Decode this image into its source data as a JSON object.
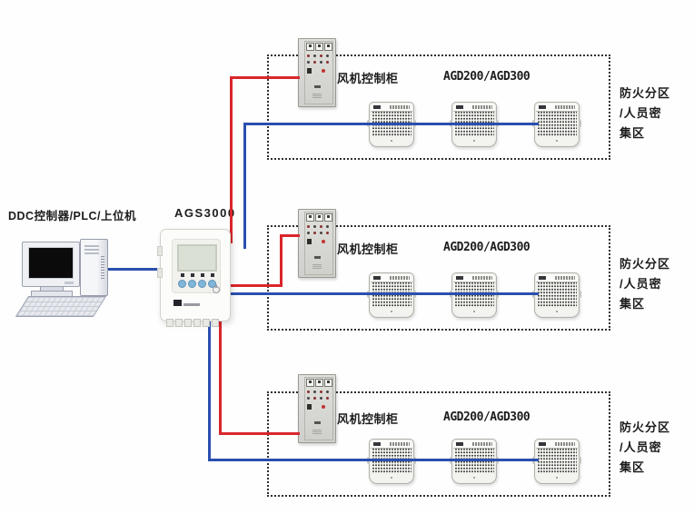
{
  "upstream": {
    "computer_label": "DDC控制器/PLC/上位机",
    "controller_label": "AGS3000"
  },
  "zones": [
    {
      "cabinet_label": "风机控制柜",
      "detectors_label": "AGD200/AGD300",
      "zone_lines": [
        "防火分区",
        "/人员密",
        "集区"
      ],
      "zone_full": "防火分区/人员密集区",
      "detector_count": 3
    },
    {
      "cabinet_label": "风机控制柜",
      "detectors_label": "AGD200/AGD300",
      "zone_lines": [
        "防火分区",
        "/人员密",
        "集区"
      ],
      "zone_full": "防火分区/人员密集区",
      "detector_count": 3
    },
    {
      "cabinet_label": "风机控制柜",
      "detectors_label": "AGD200/AGD300",
      "zone_lines": [
        "防火分区",
        "/人员密",
        "集区"
      ],
      "zone_full": "防火分区/人员密集区",
      "detector_count": 3
    }
  ],
  "colors": {
    "control_wire_red": "#d9262b",
    "signal_wire_blue": "#2a4fae",
    "zone_border": "#2e2e2e"
  },
  "icons": {
    "computer": "desktop-pc-icon",
    "controller": "wall-controller-icon",
    "cabinet": "fan-control-cabinet-icon",
    "detector": "air-quality-detector-icon"
  }
}
